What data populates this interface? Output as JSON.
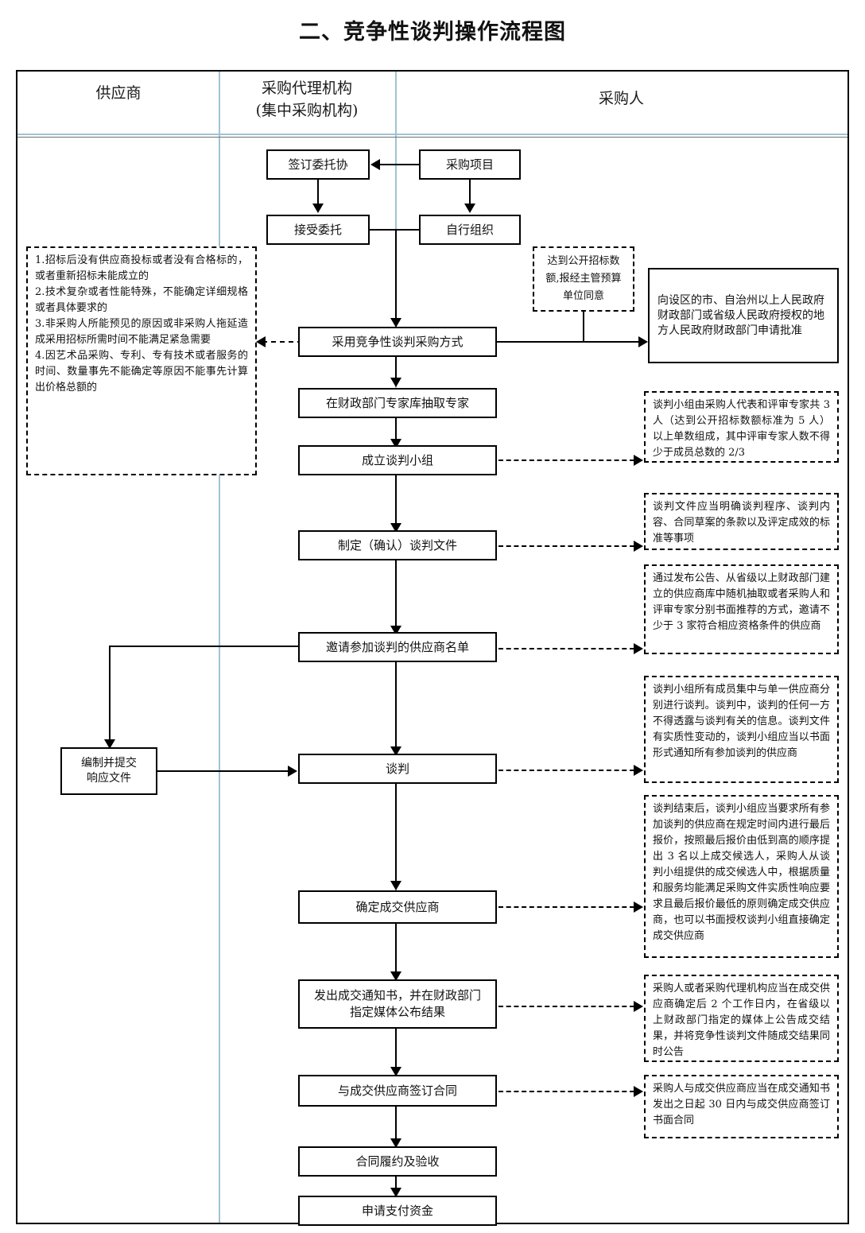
{
  "title": "二、竞争性谈判操作流程图",
  "lanes": [
    {
      "id": "supplier",
      "label": "供应商",
      "sub": ""
    },
    {
      "id": "agency",
      "label": "采购代理机构",
      "sub": "(集中采购机构)"
    },
    {
      "id": "purchaser",
      "label": "采购人",
      "sub": ""
    }
  ],
  "nodes": {
    "sign_entrust": "签订委托协",
    "procurement_project": "采购项目",
    "accept_entrust": "接受委托",
    "self_organize": "自行组织",
    "adopt_negotiation": "采用竞争性谈判采购方式",
    "draw_experts": "在财政部门专家库抽取专家",
    "form_team": "成立谈判小组",
    "make_documents": "制定（确认）谈判文件",
    "invite_list": "邀请参加谈判的供应商名单",
    "prepare_response": "编制并提交\n响应文件",
    "negotiation": "谈判",
    "determine_supplier": "确定成交供应商",
    "issue_notice": "发出成交通知书，并在财政部门指定媒体公布结果",
    "sign_contract": "与成交供应商签订合同",
    "contract_perform": "合同履约及验收",
    "apply_payment": "申请支付资金",
    "apply_approval": "向设区的市、自治州以上人民政府财政部门或省级人民政府授权的地方人民政府财政部门申请批准"
  },
  "notes": {
    "conditions": "1.招标后没有供应商投标或者没有合格标的，或者重新招标未能成立的\n2.技术复杂或者性能特殊，不能确定详细规格或者具体要求的\n3.非采购人所能预见的原因或非采购人拖延造成采用招标所需时间不能满足紧急需要\n4.因艺术品采购、专利、专有技术或者服务的时间、数量事先不能确定等原因不能事先计算出价格总额的",
    "reach_threshold": "达到公开招标数额,报经主管预算单位同意",
    "team_composition": "谈判小组由采购人代表和评审专家共 3 人（达到公开招标数额标准为 5 人）以上单数组成，其中评审专家人数不得少于成员总数的 2/3",
    "documents_content": "谈判文件应当明确谈判程序、谈判内容、合同草案的条款以及评定成效的标准等事项",
    "invite_method": "通过发布公告、从省级以上财政部门建立的供应商库中随机抽取或者采购人和评审专家分别书面推荐的方式，邀请不少于 3 家符合相应资格条件的供应商",
    "negotiation_rules": "谈判小组所有成员集中与单一供应商分别进行谈判。谈判中，谈判的任何一方不得透露与谈判有关的信息。谈判文件有实质性变动的，谈判小组应当以书面形式通知所有参加谈判的供应商",
    "determine_rules": "谈判结束后，谈判小组应当要求所有参加谈判的供应商在规定时间内进行最后报价，按照最后报价由低到高的顺序提出 3 名以上成交候选人，采购人从谈判小组提供的成交候选人中，根据质量和服务均能满足采购文件实质性响应要求且最后报价最低的原则确定成交供应商，也可以书面授权谈判小组直接确定成交供应商",
    "announce_rules": "采购人或者采购代理机构应当在成交供应商确定后 2 个工作日内，在省级以上财政部门指定的媒体上公告成交结果，并将竞争性谈判文件随成交结果同时公告",
    "contract_rules": "采购人与成交供应商应当在成交通知书发出之日起 30 日内与成交供应商签订书面合同"
  },
  "colors": {
    "lane_divider": "#9fc3d4",
    "line": "#000000",
    "background": "#ffffff"
  }
}
